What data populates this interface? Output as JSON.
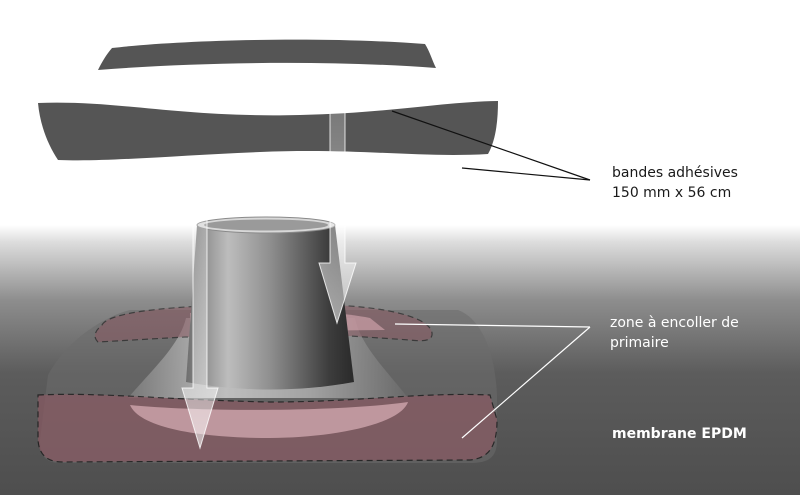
{
  "labels": {
    "tape": {
      "line1": "bandes adhésives",
      "line2": "150 mm x 56 cm"
    },
    "primer": {
      "line1": "zone à encoller de",
      "line2": "primaire"
    },
    "membrane": "membrane EPDM"
  },
  "colors": {
    "strip": "#555555",
    "primer_zone": "#8a5a63",
    "leader_dark": "#111111",
    "leader_light": "#ffffff"
  }
}
